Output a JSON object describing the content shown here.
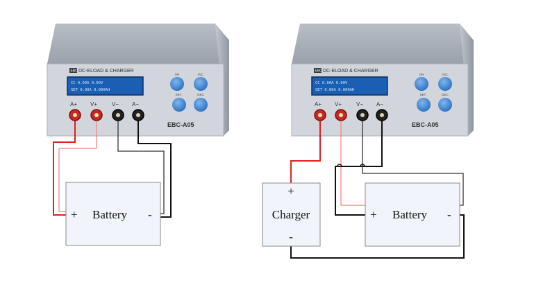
{
  "devices": [
    {
      "brand_box": "EBC",
      "brand_text": "DC-ELOAD & CHARGER",
      "lcd_line1": "CC 0.00A 0.00V",
      "lcd_line2": "SET 0.00A 0.000AH",
      "buttons": [
        "ON",
        "INC",
        "SET",
        "DEC"
      ],
      "terminals": [
        "A+",
        "V+",
        "V−",
        "A−"
      ],
      "model": "EBC-A05"
    },
    {
      "brand_box": "EBC",
      "brand_text": "DC-ELOAD & CHARGER",
      "lcd_line1": "CC 0.00A 0.00V",
      "lcd_line2": "SET 0.00A 0.000AH",
      "buttons": [
        "ON",
        "INC",
        "SET",
        "DEC"
      ],
      "terminals": [
        "A+",
        "V+",
        "V−",
        "A−"
      ],
      "model": "EBC-A05"
    }
  ],
  "left_diagram": {
    "battery": {
      "plus": "+",
      "label": "Battery",
      "minus": "-"
    }
  },
  "right_diagram": {
    "charger": {
      "plus": "+",
      "label": "Charger",
      "minus": "-"
    },
    "battery": {
      "plus": "+",
      "label": "Battery",
      "minus": "-"
    }
  },
  "colors": {
    "wire_red": "#e02020",
    "wire_black": "#111111",
    "panel": "#cfd3d9",
    "lcd_bg": "#1a5fb4",
    "button": "#3b86d6"
  }
}
